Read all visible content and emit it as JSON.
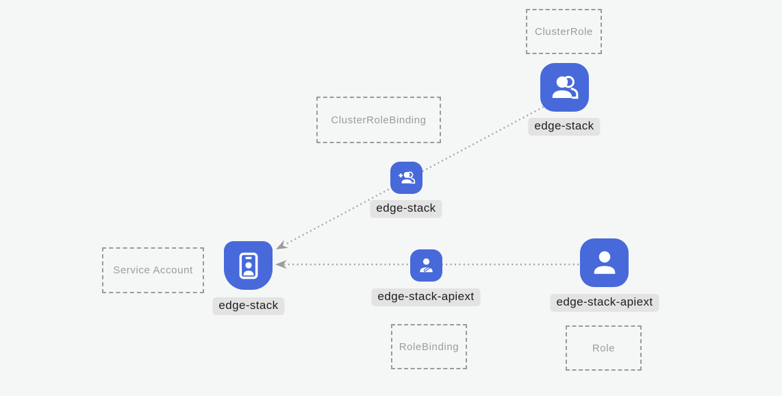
{
  "diagram": {
    "kind": "kubernetes-rbac-diagram",
    "colors": {
      "background": "#f5f6f6",
      "node_blue": "#4769d9",
      "dashed_border": "#9a9a9a",
      "type_label_text": "#9b9b9b",
      "name_label_bg": "#e3e3e3",
      "name_label_text": "#1d1d1d",
      "edge_dotted": "#a4a4a4"
    },
    "type_boxes": {
      "cluster_role": "ClusterRole",
      "cluster_role_binding": "ClusterRoleBinding",
      "service_account": "Service Account",
      "role_binding": "RoleBinding",
      "role": "Role"
    },
    "nodes": {
      "cluster_role": {
        "name": "edge-stack",
        "icon": "group-icon"
      },
      "cluster_role_binding": {
        "name": "edge-stack",
        "icon": "person-add-icon"
      },
      "service_account": {
        "name": "edge-stack",
        "icon": "badge-icon"
      },
      "role_binding": {
        "name": "edge-stack-apiext",
        "icon": "person-edit-icon"
      },
      "role": {
        "name": "edge-stack-apiext",
        "icon": "person-icon"
      }
    },
    "edges": [
      {
        "from": "cluster_role node",
        "to": "service_account node",
        "style": "dotted-arrow"
      },
      {
        "from": "role node",
        "to": "service_account node",
        "style": "dotted-arrow"
      }
    ]
  }
}
